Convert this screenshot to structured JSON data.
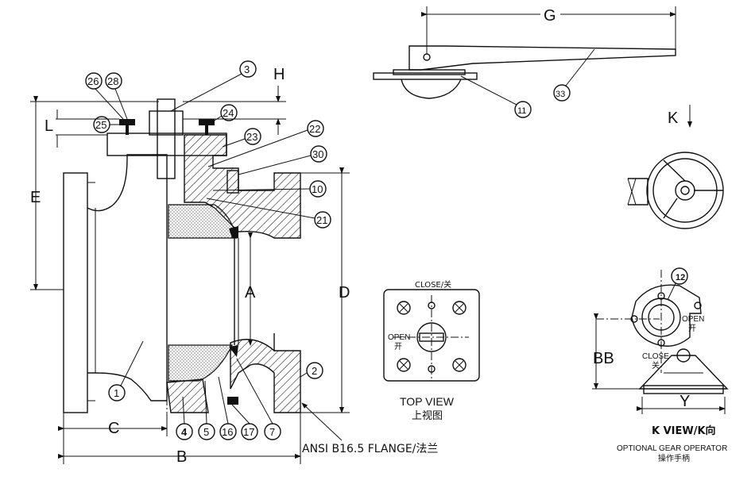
{
  "dimensions": {
    "G": "G",
    "H": "H",
    "L": "L",
    "E": "E",
    "A": "A",
    "D": "D",
    "C": "C",
    "B": "B",
    "K": "K",
    "BB": "BB",
    "Y": "Y"
  },
  "callouts": {
    "c1": "1",
    "c2": "2",
    "c3": "3",
    "c4": "4",
    "c5": "5",
    "c7": "7",
    "c10": "10",
    "c11": "11",
    "c12": "12",
    "c16": "16",
    "c17": "17",
    "c21": "21",
    "c22": "22",
    "c23": "23",
    "c24": "24",
    "c25": "25",
    "c26": "26",
    "c28": "28",
    "c30": "30",
    "c33": "33"
  },
  "labels": {
    "flange": "ANSI B16.5 FLANGE/法兰",
    "top_view": "TOP VIEW",
    "top_view_cn": "上视图",
    "close_top": "CLOSE/关",
    "open_top": "OPEN",
    "open_top_cn": "开",
    "k_view": "K  VIEW/K向",
    "gear": "OPTIONAL GEAR OPERATOR",
    "gear_cn": "操作手柄",
    "open_gear": "OPEN",
    "open_gear_cn": "开",
    "close_gear": "CLOSE",
    "close_gear_cn": "关"
  }
}
